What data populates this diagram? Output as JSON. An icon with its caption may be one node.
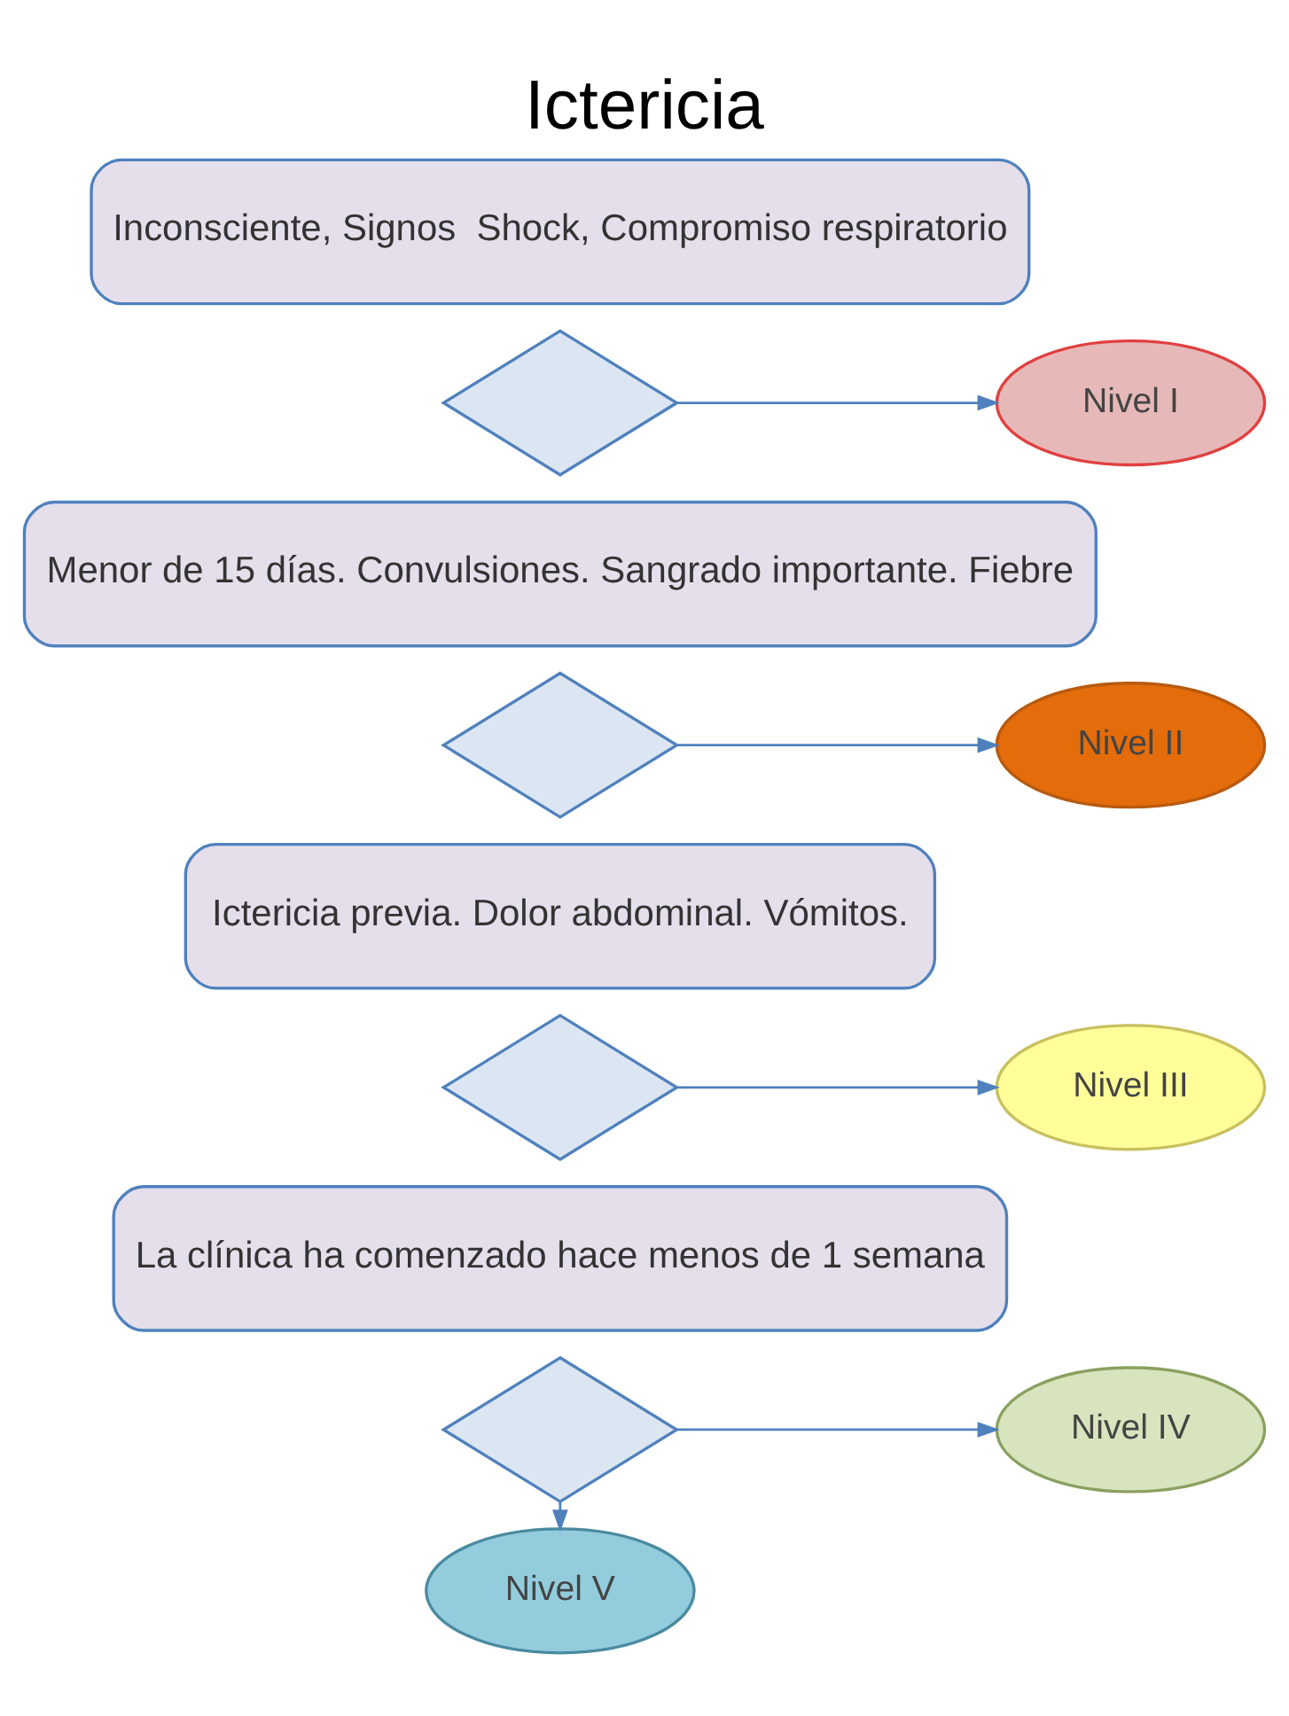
{
  "diagram": {
    "title": "Ictericia",
    "nodes": [
      {
        "text": [
          "Inconsciente, Signos  Shock, Compromiso respiratorio"
        ]
      },
      {
        "text": [],
        "shape": "diamond"
      },
      {
        "text": [
          "Nivel I"
        ]
      },
      {
        "text": [
          "Menor de 15 días. Convulsiones. Sangrado importante. Fiebre"
        ]
      },
      {
        "text": [],
        "shape": "diamond"
      },
      {
        "text": [
          "Nivel II"
        ]
      },
      {
        "text": [
          "Ictericia previa. Dolor abdominal. Vómitos."
        ]
      },
      {
        "text": [],
        "shape": "diamond"
      },
      {
        "text": [
          "Nivel III"
        ]
      },
      {
        "text": [
          "La clínica ha comenzado hace menos de 1 semana"
        ]
      },
      {
        "text": [],
        "shape": "diamond"
      },
      {
        "text": [
          "Nivel IV"
        ]
      },
      {
        "text": [
          "Nivel V"
        ]
      }
    ],
    "edges": [
      {
        "from": 1,
        "to": 2,
        "arrow": "to"
      },
      {
        "from": 4,
        "to": 5,
        "arrow": "to"
      },
      {
        "from": 7,
        "to": 8,
        "arrow": "to"
      },
      {
        "from": 10,
        "to": 11,
        "arrow": "to"
      },
      {
        "from": 10,
        "to": 12,
        "arrow": "to"
      }
    ]
  }
}
